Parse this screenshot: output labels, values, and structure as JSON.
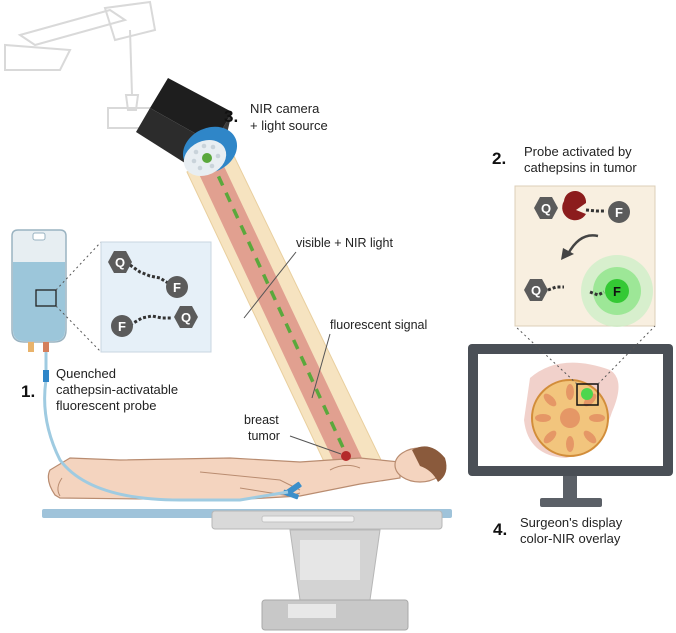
{
  "steps": [
    {
      "number": "1.",
      "lines": [
        "Quenched",
        "cathepsin-activatable",
        "fluorescent probe"
      ]
    },
    {
      "number": "2.",
      "lines": [
        "Probe activated by",
        "cathepsins in tumor"
      ]
    },
    {
      "number": "3.",
      "lines": [
        "NIR camera",
        "+ light source"
      ]
    },
    {
      "number": "4.",
      "lines": [
        "Surgeon's display",
        "color-NIR overlay"
      ]
    }
  ],
  "labels": {
    "visible_nir_light": "visible + NIR light",
    "fluorescent_signal": "fluorescent signal",
    "breast_tumor": [
      "breast",
      "tumor"
    ]
  },
  "probe_symbols": {
    "quencher": "Q",
    "fluorophore": "F"
  },
  "colors": {
    "beam": "#f6e3c0",
    "beam_inner": "#d98a80",
    "beam_dash": "#5aa83c",
    "camera_body": "#2c2c2c",
    "camera_ring": "#2f86c8",
    "iv_fluid": "#9cc6da",
    "tumor": "#b42a2a",
    "fluorescence": "#4dd64d",
    "monitor": "#4a4f56"
  }
}
